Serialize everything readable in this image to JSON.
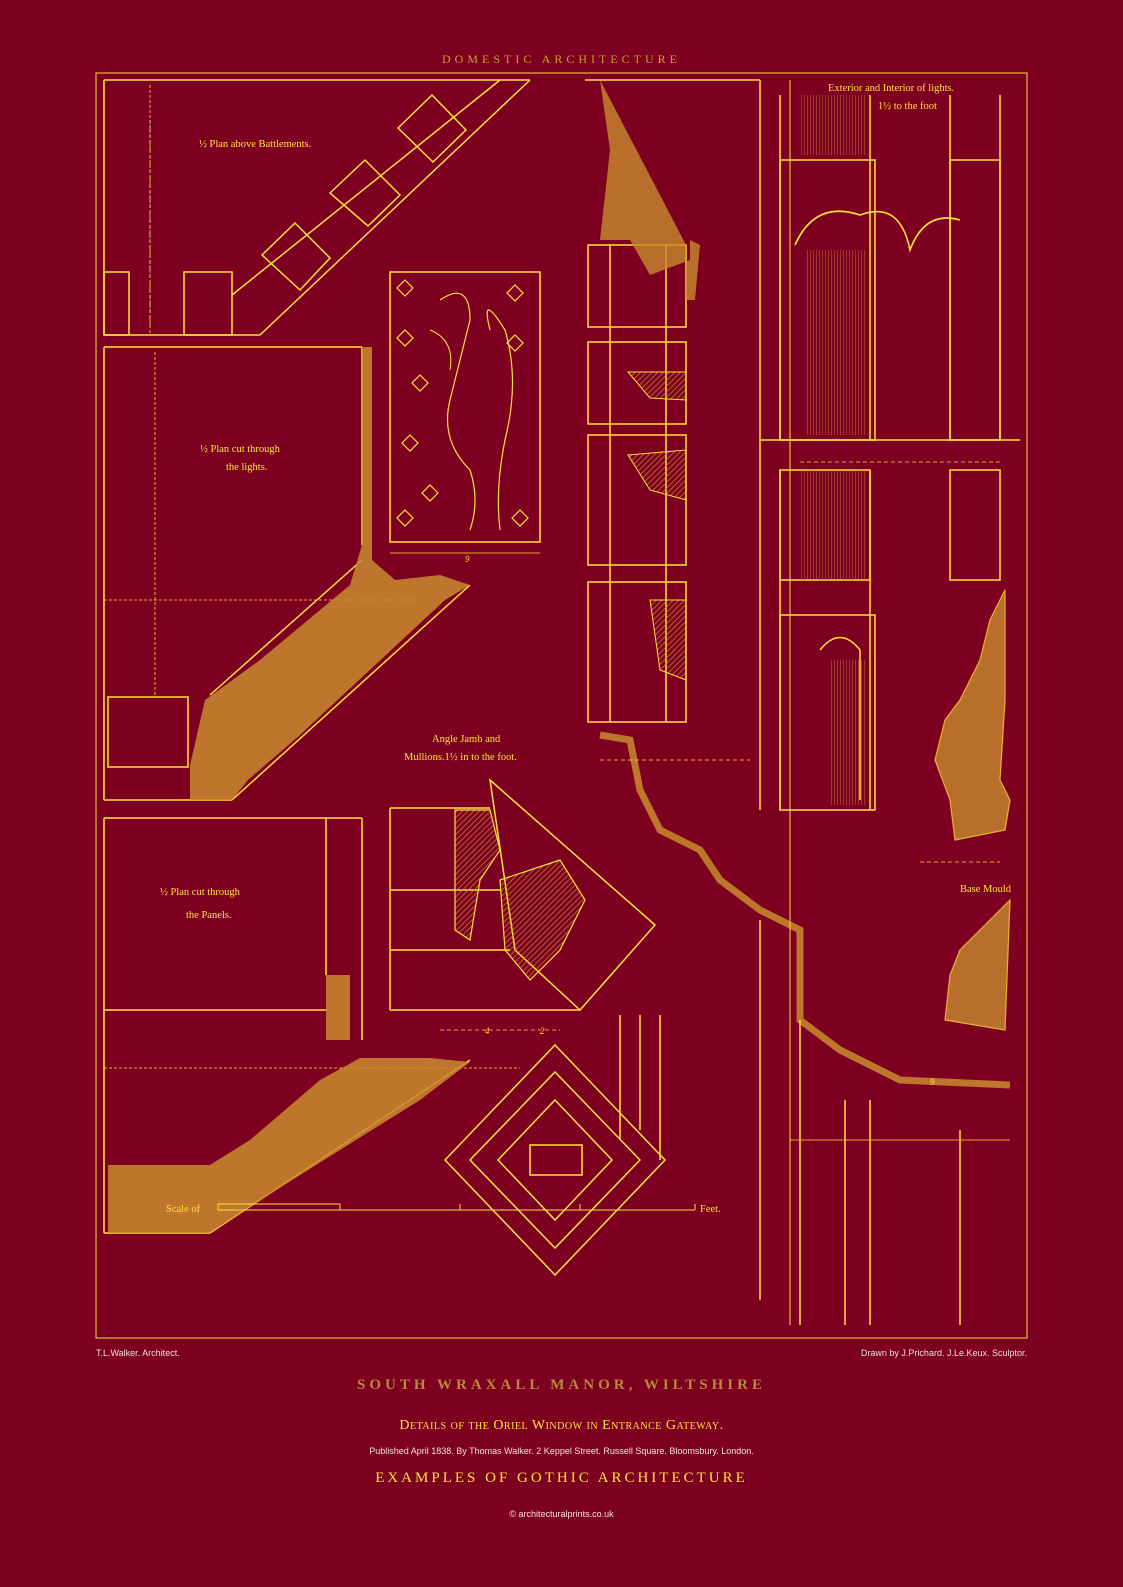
{
  "header": "DOMESTIC ARCHITECTURE",
  "labels": {
    "plan_battlements": "½ Plan above Battlements.",
    "plan_lights_1": "½ Plan cut through",
    "plan_lights_2": "the lights.",
    "plan_panels_1": "½ Plan cut through",
    "plan_panels_2": "the Panels.",
    "angle_jamb_1": "Angle Jamb and",
    "angle_jamb_2": "Mullions.1½ in to the foot.",
    "exterior_1": "Exterior and Interior of lights.",
    "exterior_2": "1½ to the foot",
    "base_mould": "Base Mould",
    "scale_of": "Scale of",
    "feet": "Feet."
  },
  "credits": {
    "architect": "T.L.Walker. Architect.",
    "drawn_by": "Drawn by J.Prichard. J.Le.Keux. Sculptor."
  },
  "footer": {
    "title": "SOUTH WRAXALL MANOR, WILTSHIRE",
    "subtitle": "Details of the Oriel Window in Entrance Gateway.",
    "published": "Published April 1838. By Thomas Walker. 2 Keppel Street. Russell Square. Bloomsbury. London.",
    "series": "EXAMPLES OF GOTHIC ARCHITECTURE",
    "copyright": "© architecturalprints.co.uk"
  },
  "colors": {
    "background": "#7d0021",
    "line": "#ffe23a",
    "fill": "#c98a2e"
  }
}
